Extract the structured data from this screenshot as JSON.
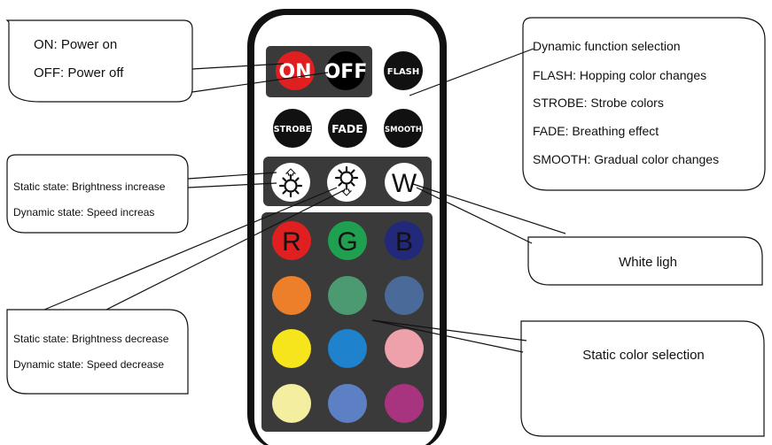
{
  "remote": {
    "power": {
      "on_label": "ON",
      "off_label": "OFF"
    },
    "dynamic_buttons": {
      "flash": "FLASH",
      "strobe": "STROBE",
      "fade": "FADE",
      "smooth": "SMOOTH"
    },
    "white_button_label": "W",
    "rgb_labels": {
      "r": "R",
      "g": "G",
      "b": "B"
    },
    "colors": {
      "remote_body": "#111111",
      "panel": "#3a3a3a",
      "on": "#e02020",
      "red": "#e02020",
      "green": "#1fa050",
      "blue": "#22287a",
      "orange": "#ee7f2a",
      "sea_green": "#4c9a72",
      "steel_blue": "#4a6a9a",
      "yellow": "#f6e41c",
      "azure": "#1f82cc",
      "pink": "#eea1aa",
      "cream": "#f4eea0",
      "periwinkle": "#5d80c5",
      "magenta": "#a83480"
    },
    "icons": [
      "brightness-up-icon",
      "brightness-down-icon"
    ]
  },
  "callouts": {
    "power": {
      "line1": "ON: Power on",
      "line2": "OFF: Power off"
    },
    "dynamic": {
      "line1": "Dynamic function selection",
      "line2": "FLASH: Hopping color changes",
      "line3": "STROBE: Strobe colors",
      "line4": "FADE: Breathing effect",
      "line5": "SMOOTH: Gradual color changes"
    },
    "brightness_up": {
      "line1": "Static state: Brightness increase",
      "line2": "Dynamic state: Speed increas"
    },
    "white": {
      "line1": "White ligh"
    },
    "brightness_down": {
      "line1": "Static state: Brightness decrease",
      "line2": "Dynamic state: Speed decrease"
    },
    "static_color": {
      "line1": "Static color selection"
    }
  }
}
